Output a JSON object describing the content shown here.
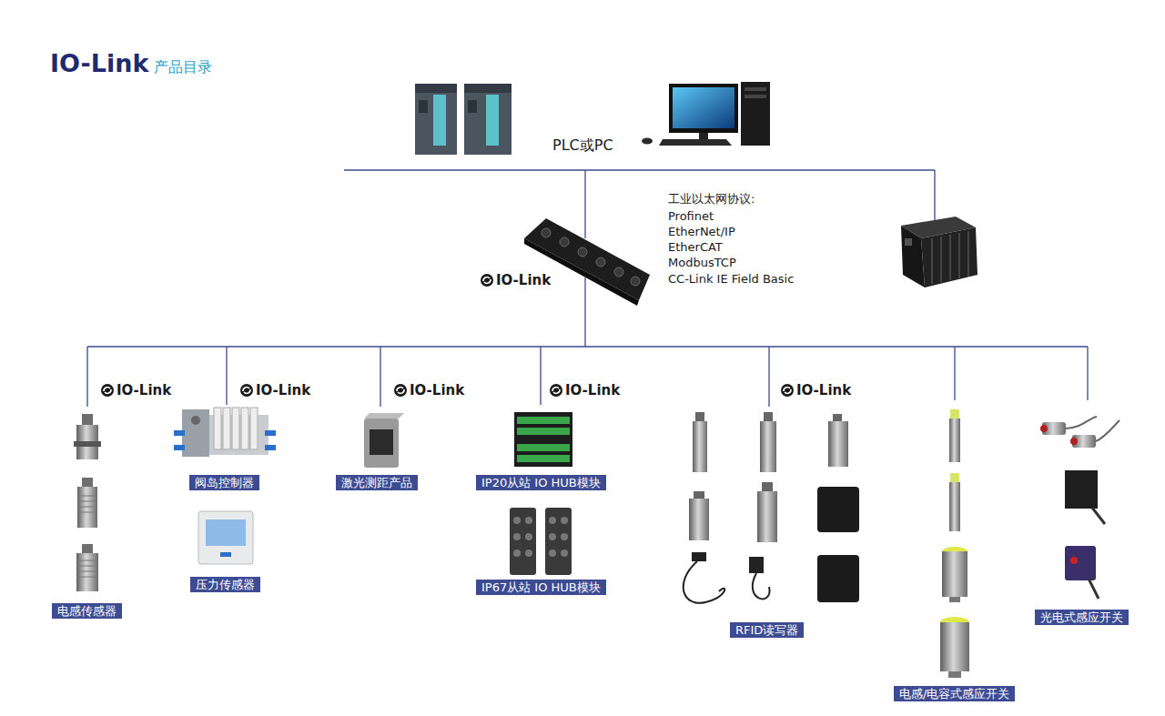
{
  "diagram": {
    "title": "IO-Link",
    "nodes": [
      {
        "text": [
          "电感传感器"
        ]
      },
      {
        "text": [
          "阀岛控制器"
        ]
      },
      {
        "text": [
          "压力传感器"
        ]
      },
      {
        "text": [
          "激光测距产品"
        ]
      },
      {
        "text": [
          "IP20从站 IO HUB模块"
        ]
      },
      {
        "text": [
          "IP67从站 IO HUB模块"
        ]
      },
      {
        "text": [
          "RFID读写器"
        ]
      },
      {
        "text": [
          "电感/电容式感应开关"
        ]
      },
      {
        "text": [
          "光电式感应开关"
        ]
      }
    ],
    "labels": [
      "产品目录",
      "PLC或PC",
      "工业以太网协议:",
      "Profinet",
      "EtherNet/IP",
      "EtherCAT",
      "ModbusTCP",
      "CC-Link IE Field Basic",
      "IO-Link",
      "IO-Link",
      "IO-Link",
      "IO-Link",
      "IO-Link",
      "IO-Link"
    ]
  }
}
